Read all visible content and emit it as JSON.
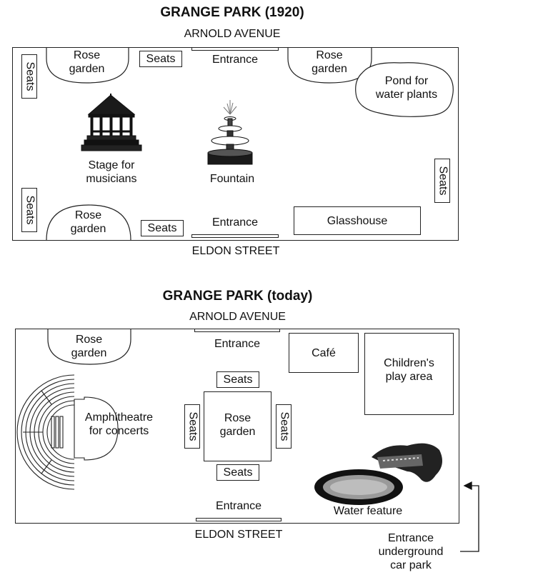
{
  "map_1920": {
    "title": "GRANGE PARK (1920)",
    "north_street": "ARNOLD AVENUE",
    "south_street": "ELDON STREET",
    "rose_garden_top_left": "Rose\ngarden",
    "rose_garden_top_right": "Rose\ngarden",
    "rose_garden_bottom_left": "Rose\ngarden",
    "seats_top": "Seats",
    "seats_bottom": "Seats",
    "seats_left_top": "Seats",
    "seats_left_bottom": "Seats",
    "seats_right": "Seats",
    "entrance_top": "Entrance",
    "entrance_bottom": "Entrance",
    "pond": "Pond for\nwater plants",
    "stage": "Stage for\nmusicians",
    "fountain": "Fountain",
    "glasshouse": "Glasshouse"
  },
  "map_today": {
    "title": "GRANGE PARK (today)",
    "north_street": "ARNOLD AVENUE",
    "south_street": "ELDON STREET",
    "rose_garden_top": "Rose\ngarden",
    "entrance_top": "Entrance",
    "entrance_bottom": "Entrance",
    "cafe": "Café",
    "play_area": "Children's\nplay area",
    "amphitheatre": "Amphitheatre\nfor concerts",
    "rose_garden_center": "Rose\ngarden",
    "seats_top": "Seats",
    "seats_bottom": "Seats",
    "seats_left": "Seats",
    "seats_right": "Seats",
    "water_feature": "Water feature",
    "car_park_entrance": "Entrance\nunderground\ncar park"
  }
}
